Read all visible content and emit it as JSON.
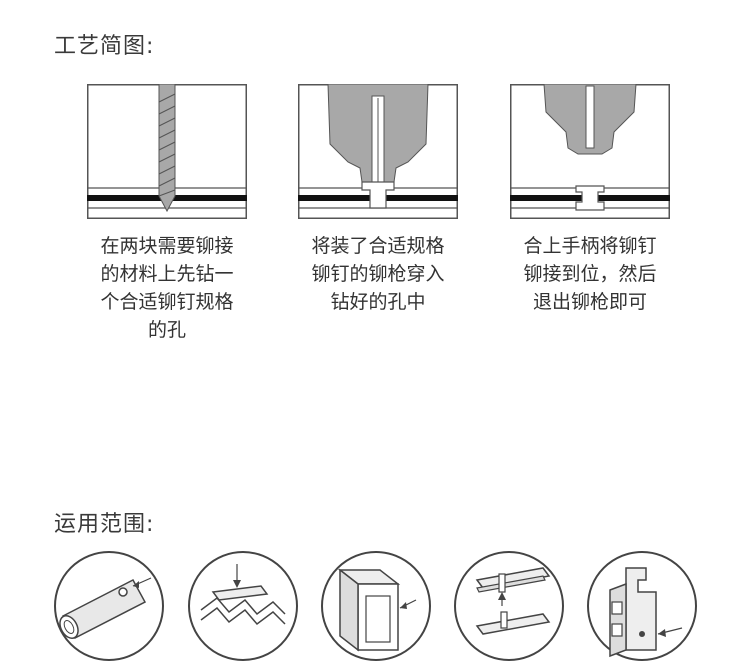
{
  "process": {
    "title": "工艺简图:",
    "steps": [
      {
        "lines": [
          "在两块需要铆接",
          "的材料上先钻一",
          "个合适铆钉规格",
          "的孔"
        ],
        "icon": "drill-bit-through-plates"
      },
      {
        "lines": [
          "将装了合适规格",
          "铆钉的铆枪穿入",
          "钻好的孔中"
        ],
        "icon": "rivet-gun-inserting-rivet"
      },
      {
        "lines": [
          "合上手柄将铆钉",
          "铆接到位，然后",
          "退出铆枪即可"
        ],
        "icon": "rivet-set-gun-withdrawn"
      }
    ]
  },
  "applications": {
    "title": "运用范围:",
    "items": [
      {
        "icon": "rivet-on-pipe"
      },
      {
        "icon": "rivet-on-corrugated-sheet"
      },
      {
        "icon": "rivet-on-box-profile"
      },
      {
        "icon": "rivet-joining-boards"
      },
      {
        "icon": "rivet-on-channel-profile"
      }
    ]
  },
  "colors": {
    "text": "#333333",
    "line": "#555555",
    "tool_gray": "#a8a8a8",
    "plate_dark": "#111111"
  }
}
